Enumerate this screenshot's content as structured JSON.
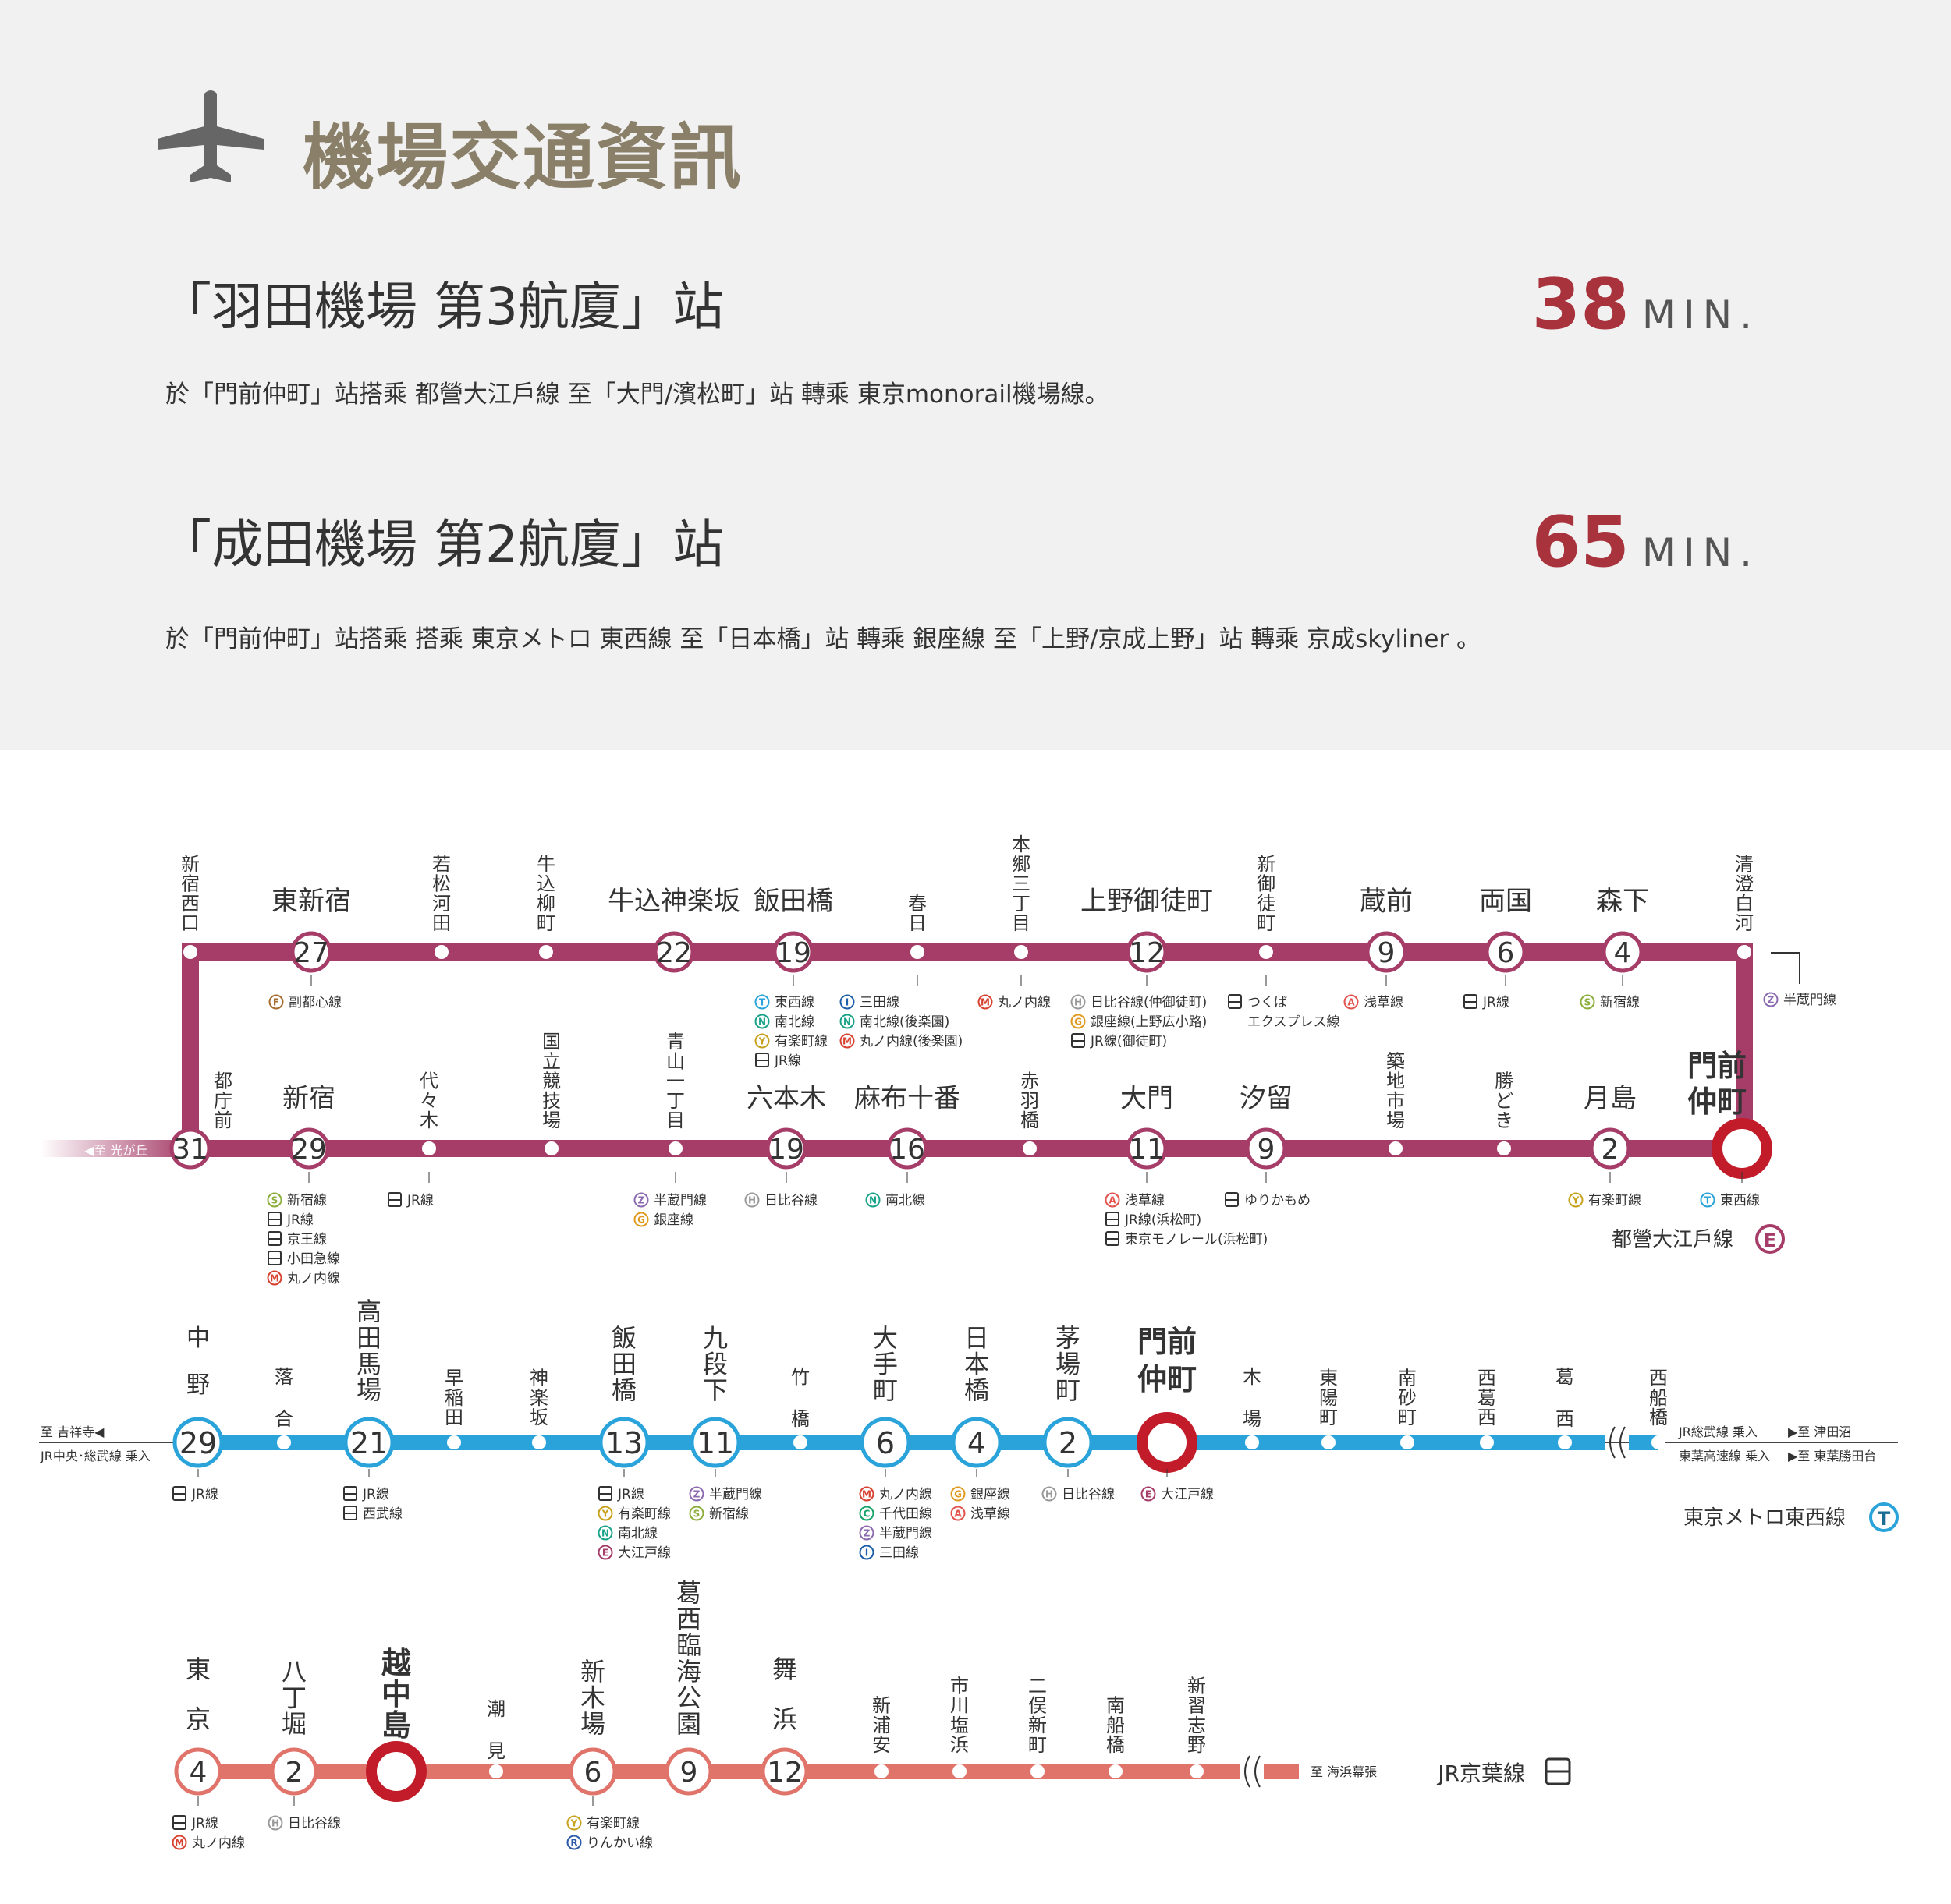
{
  "header": {
    "title": "機場交通資訊",
    "icon": "airplane-icon"
  },
  "routes": [
    {
      "name": "「羽田機場 第3航廈」站",
      "minutes": "38",
      "unit": "MIN.",
      "description": "於「門前仲町」站搭乘 都營大江戶線 至「大門/濱松町」站 轉乘 東京monorail機場線。"
    },
    {
      "name": "「成田機場 第2航廈」站",
      "minutes": "65",
      "unit": "MIN.",
      "description": "於「門前仲町」站搭乘 搭乘 東京メトロ 東西線 至「日本橋」站  轉乘 銀座線 至「上野/京成上野」站  轉乘 京成skyliner   。"
    }
  ],
  "colors": {
    "oedo": "#a63d68",
    "tozai": "#29a3d9",
    "keiyo": "#e0746b",
    "highlight": "#c21c2a",
    "title": "#8a7f68",
    "minutes": "#a8333d"
  },
  "lines": {
    "oedo": {
      "name": "都營大江戶線",
      "badge": "E",
      "to_left": "◀至 光が丘",
      "outer_transfer": "半蔵門線",
      "top_row": [
        {
          "name": "新宿西口",
          "vertical": true,
          "num": "",
          "transfers": []
        },
        {
          "name": "東新宿",
          "num": "27",
          "transfers": [
            {
              "code": "F",
              "text": "副都心線"
            }
          ]
        },
        {
          "name": "若松河田",
          "vertical": true,
          "num": "",
          "transfers": []
        },
        {
          "name": "牛込柳町",
          "vertical": true,
          "num": "",
          "transfers": []
        },
        {
          "name": "牛込神楽坂",
          "num": "22",
          "transfers": []
        },
        {
          "name": "飯田橋",
          "num": "19",
          "transfers": [
            {
              "code": "T",
              "text": "東西線"
            },
            {
              "code": "N",
              "text": "南北線"
            },
            {
              "code": "Y",
              "text": "有楽町線"
            },
            {
              "code": "JR",
              "text": "JR線"
            }
          ]
        },
        {
          "name": "春日",
          "vertical": true,
          "num": "",
          "transfers": [
            {
              "code": "I",
              "text": "三田線"
            },
            {
              "code": "N",
              "text": "南北線(後楽園)"
            },
            {
              "code": "M",
              "text": "丸ノ内線(後楽園)"
            }
          ]
        },
        {
          "name": "本郷三丁目",
          "vertical": true,
          "num": "",
          "transfers": [
            {
              "code": "M",
              "text": "丸ノ内線"
            }
          ]
        },
        {
          "name": "上野御徒町",
          "num": "12",
          "transfers": [
            {
              "code": "H",
              "text": "日比谷線(仲御徒町)"
            },
            {
              "code": "G",
              "text": "銀座線(上野広小路)"
            },
            {
              "code": "JR",
              "text": "JR線(御徒町)"
            }
          ]
        },
        {
          "name": "新御徒町",
          "vertical": true,
          "num": "",
          "transfers": [
            {
              "code": "JR",
              "text": "つくば"
            },
            {
              "code": "",
              "text": "エクスプレス線"
            }
          ]
        },
        {
          "name": "蔵前",
          "num": "9",
          "transfers": [
            {
              "code": "A",
              "text": "浅草線"
            }
          ]
        },
        {
          "name": "両国",
          "num": "6",
          "transfers": [
            {
              "code": "JR",
              "text": "JR線"
            }
          ]
        },
        {
          "name": "森下",
          "num": "4",
          "transfers": [
            {
              "code": "S",
              "text": "新宿線"
            }
          ]
        },
        {
          "name": "清澄白河",
          "vertical": true,
          "num": "",
          "transfers": []
        }
      ],
      "bottom_row": [
        {
          "name": "都庁前",
          "vertical": true,
          "num": "31",
          "transfers": []
        },
        {
          "name": "新宿",
          "num": "29",
          "transfers": [
            {
              "code": "S",
              "text": "新宿線"
            },
            {
              "code": "JR",
              "text": "JR線"
            },
            {
              "code": "JR",
              "text": "京王線"
            },
            {
              "code": "JR",
              "text": "小田急線"
            },
            {
              "code": "M",
              "text": "丸ノ内線"
            }
          ]
        },
        {
          "name": "代々木",
          "vertical": true,
          "num": "",
          "transfers": [
            {
              "code": "JR",
              "text": "JR線"
            }
          ]
        },
        {
          "name": "国立競技場",
          "vertical": true,
          "num": "",
          "transfers": []
        },
        {
          "name": "青山一丁目",
          "vertical": true,
          "num": "",
          "transfers": [
            {
              "code": "Z",
              "text": "半蔵門線"
            },
            {
              "code": "G",
              "text": "銀座線"
            }
          ]
        },
        {
          "name": "六本木",
          "num": "19",
          "transfers": [
            {
              "code": "H",
              "text": "日比谷線"
            }
          ]
        },
        {
          "name": "麻布十番",
          "num": "16",
          "transfers": [
            {
              "code": "N",
              "text": "南北線"
            }
          ]
        },
        {
          "name": "赤羽橋",
          "vertical": true,
          "num": "",
          "transfers": []
        },
        {
          "name": "大門",
          "num": "11",
          "transfers": [
            {
              "code": "A",
              "text": "浅草線"
            },
            {
              "code": "JR",
              "text": "JR線(浜松町)"
            },
            {
              "code": "JR",
              "text": "東京モノレール(浜松町)"
            }
          ]
        },
        {
          "name": "汐留",
          "num": "9",
          "transfers": [
            {
              "code": "JR",
              "text": "ゆりかもめ"
            }
          ]
        },
        {
          "name": "築地市場",
          "vertical": true,
          "num": "",
          "transfers": []
        },
        {
          "name": "勝どき",
          "vertical": true,
          "num": "",
          "transfers": []
        },
        {
          "name": "月島",
          "num": "2",
          "transfers": [
            {
              "code": "Y",
              "text": "有楽町線"
            }
          ]
        },
        {
          "name": "門前仲町",
          "num": "",
          "highlight": true,
          "transfers": [
            {
              "code": "T",
              "text": "東西線"
            }
          ]
        }
      ]
    },
    "tozai": {
      "name": "東京メトロ東西線",
      "badge": "T",
      "left_to_line1": "至 吉祥寺◀",
      "left_to_line2": "JR中央･総武線 乗入",
      "right_line1_a": "JR総武線 乗入",
      "right_line1_b": "▶至 津田沼",
      "right_line2_a": "東葉高速線 乗入",
      "right_line2_b": "▶至 東葉勝田台",
      "stations": [
        {
          "name": "中野",
          "num": "29",
          "transfers": [
            {
              "code": "JR",
              "text": "JR線"
            }
          ]
        },
        {
          "name": "落合",
          "num": "",
          "transfers": []
        },
        {
          "name": "高田馬場",
          "num": "21",
          "transfers": [
            {
              "code": "JR",
              "text": "JR線"
            },
            {
              "code": "JR",
              "text": "西武線"
            }
          ]
        },
        {
          "name": "早稲田",
          "num": "",
          "transfers": []
        },
        {
          "name": "神楽坂",
          "num": "",
          "transfers": []
        },
        {
          "name": "飯田橋",
          "num": "13",
          "transfers": [
            {
              "code": "JR",
              "text": "JR線"
            },
            {
              "code": "Y",
              "text": "有楽町線"
            },
            {
              "code": "N",
              "text": "南北線"
            },
            {
              "code": "E",
              "text": "大江戸線"
            }
          ]
        },
        {
          "name": "九段下",
          "num": "11",
          "transfers": [
            {
              "code": "Z",
              "text": "半蔵門線"
            },
            {
              "code": "S",
              "text": "新宿線"
            }
          ]
        },
        {
          "name": "竹橋",
          "num": "",
          "transfers": []
        },
        {
          "name": "大手町",
          "num": "6",
          "transfers": [
            {
              "code": "M",
              "text": "丸ノ内線"
            },
            {
              "code": "C",
              "text": "千代田線"
            },
            {
              "code": "Z",
              "text": "半蔵門線"
            },
            {
              "code": "I",
              "text": "三田線"
            }
          ]
        },
        {
          "name": "日本橋",
          "num": "4",
          "transfers": [
            {
              "code": "G",
              "text": "銀座線"
            },
            {
              "code": "A",
              "text": "浅草線"
            }
          ]
        },
        {
          "name": "茅場町",
          "num": "2",
          "transfers": [
            {
              "code": "H",
              "text": "日比谷線"
            }
          ]
        },
        {
          "name": "門前仲町",
          "num": "",
          "highlight": true,
          "transfers": [
            {
              "code": "E",
              "text": "大江戸線"
            }
          ]
        },
        {
          "name": "木場",
          "num": "",
          "transfers": []
        },
        {
          "name": "東陽町",
          "num": "",
          "transfers": []
        },
        {
          "name": "南砂町",
          "num": "",
          "transfers": []
        },
        {
          "name": "西葛西",
          "num": "",
          "transfers": []
        },
        {
          "name": "葛西",
          "num": "",
          "transfers": []
        },
        {
          "name": "西船橋",
          "num": "",
          "transfers": []
        }
      ]
    },
    "keiyo": {
      "name": "JR京葉線",
      "to_right": "至 海浜幕張",
      "stations": [
        {
          "name": "東京",
          "num": "4",
          "transfers": [
            {
              "code": "JR",
              "text": "JR線"
            },
            {
              "code": "M",
              "text": "丸ノ内線"
            }
          ]
        },
        {
          "name": "八丁堀",
          "num": "2",
          "transfers": [
            {
              "code": "H",
              "text": "日比谷線"
            }
          ]
        },
        {
          "name": "越中島",
          "num": "",
          "highlight": true,
          "transfers": []
        },
        {
          "name": "潮見",
          "num": "",
          "transfers": []
        },
        {
          "name": "新木場",
          "num": "6",
          "transfers": [
            {
              "code": "Y",
              "text": "有楽町線"
            },
            {
              "code": "R",
              "text": "りんかい線"
            }
          ]
        },
        {
          "name": "葛西臨海公園",
          "num": "9",
          "transfers": []
        },
        {
          "name": "舞浜",
          "num": "12",
          "transfers": []
        },
        {
          "name": "新浦安",
          "num": "",
          "transfers": []
        },
        {
          "name": "市川塩浜",
          "num": "",
          "transfers": []
        },
        {
          "name": "二俣新町",
          "num": "",
          "transfers": []
        },
        {
          "name": "南船橋",
          "num": "",
          "transfers": []
        },
        {
          "name": "新習志野",
          "num": "",
          "transfers": []
        }
      ]
    }
  }
}
